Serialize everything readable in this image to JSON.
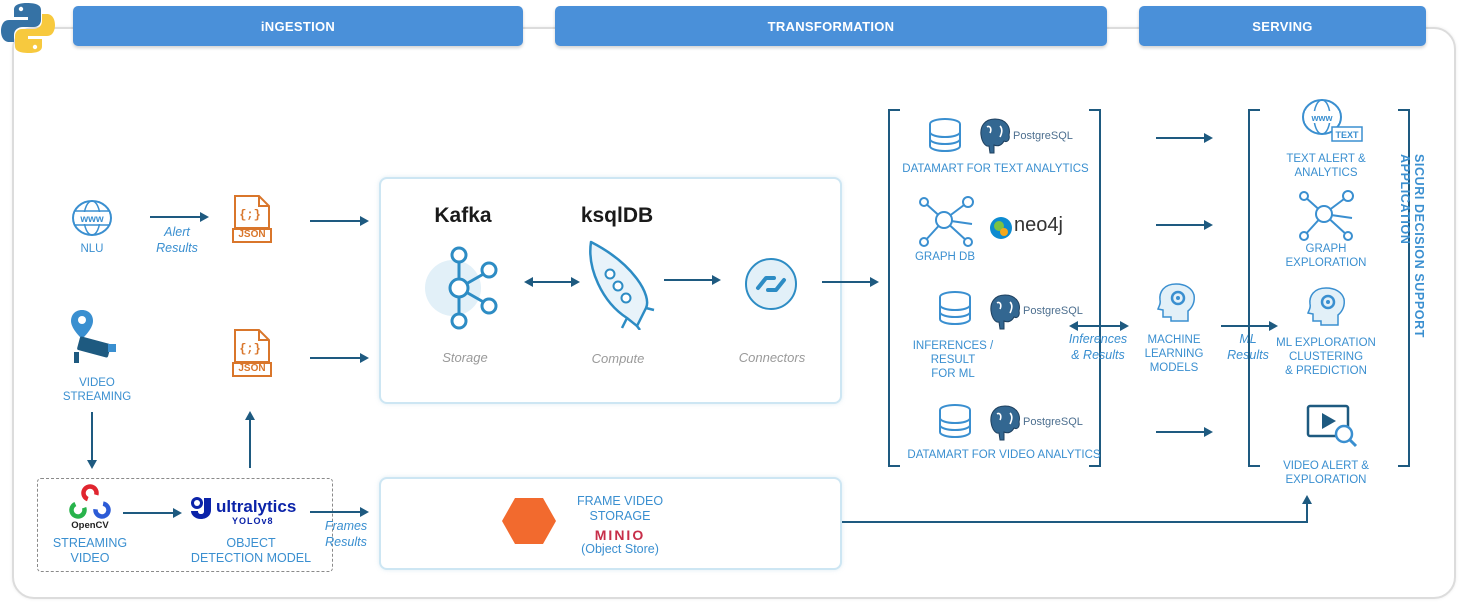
{
  "headers": {
    "ingestion": "iNGESTION",
    "transformation": "TRANSFORMATION",
    "serving": "SERVING"
  },
  "ingestion": {
    "nlu_label": "NLU",
    "alert_results": "Alert\nResults",
    "video_streaming_label": "VIDEO\nSTREAMING",
    "json_label": "JSON",
    "opencv_text": "OpenCV",
    "streaming_video_label": "STREAMING\nVIDEO",
    "ultralytics_text": "ultralytics",
    "yolo_text": "YOLOv8",
    "object_detection_label": "OBJECT\nDETECTION MODEL",
    "frames_results": "Frames\nResults"
  },
  "transformation": {
    "kafka_title": "Kafka",
    "ksqldb_title": "ksqlDB",
    "storage_label": "Storage",
    "compute_label": "Compute",
    "connectors_label": "Connectors",
    "frame_storage_label": "FRAME VIDEO\nSTORAGE",
    "minio_text": "MINIO",
    "object_store_label": "(Object Store)"
  },
  "datamarts": {
    "postgres_text": "PostgreSQL",
    "neo4j_text": "neo4j",
    "text_analytics": "DATAMART FOR TEXT ANALYTICS",
    "graph_db": "GRAPH DB",
    "inferences_ml": "INFERENCES /\nRESULT\nFOR ML",
    "video_analytics": "DATAMART FOR VIDEO ANALYTICS",
    "inferences_results": "Inferences\n& Results"
  },
  "ml": {
    "models_label": "MACHINE\nLEARNING\nMODELS",
    "ml_results": "ML\nResults"
  },
  "serving": {
    "text_alert": "TEXT ALERT &\nANALYTICS",
    "graph_exploration": "GRAPH\nEXPLORATION",
    "ml_exploration": "ML EXPLORATION\nCLUSTERING\n& PREDICTION",
    "video_alert": "VIDEO ALERT &\nEXPLORATION",
    "side_title": "SICURI DECISION SUPPORT APPLICATION",
    "www_text": "www",
    "text_badge": "TEXT"
  },
  "colors": {
    "accent": "#3a8fd0",
    "header": "#4a90d9",
    "arrow": "#1e5a80",
    "json_orange": "#d9762b",
    "hexagon": "#f26a2e",
    "minio_red": "#c72e49"
  }
}
